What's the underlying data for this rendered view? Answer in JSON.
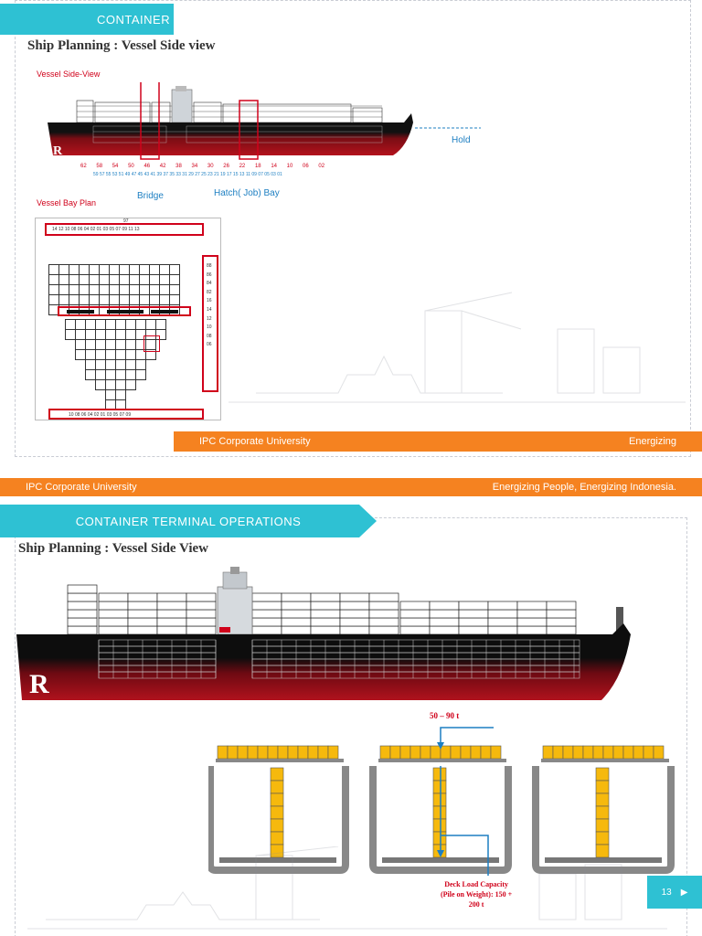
{
  "slide1": {
    "banner": "CONTAINER",
    "title": "Ship Planning : Vessel Side view",
    "vessel_side_label": "Vessel Side-View",
    "bay_plan_label": "Vessel Bay Plan",
    "hold_label": "Hold",
    "bridge_label": "Bridge",
    "hatch_label": "Hatch( Job) Bay",
    "bay_numbers_top": [
      "62",
      "58",
      "54",
      "50",
      "46",
      "42",
      "38",
      "34",
      "30",
      "26",
      "22",
      "18",
      "14",
      "10",
      "06",
      "02"
    ],
    "bay_numbers_bottom": "59 57  55 53  51 49  47 45     43 41  39 37  35 33  31 29  27 25  23 21  19 17  15 13  11 09  07 05  03 01",
    "bay_plan_top_row": "14   12   10   08   06   04   02   01   03   05   07   09   11   13",
    "bay_plan_top_label": "97",
    "bay_plan_bottom_row": "10   08   06   04   02   01   03   05   07   09",
    "tier_labels": [
      "88",
      "86",
      "84",
      "82",
      "",
      "16",
      "14",
      "12",
      "10",
      "08",
      "06"
    ],
    "footer_left": "IPC Corporate University",
    "footer_right": "Energizing"
  },
  "separator": {
    "left": "IPC Corporate University",
    "right": "Energizing People, Energizing Indonesia."
  },
  "slide2": {
    "banner": "CONTAINER TERMINAL OPERATIONS",
    "title": "Ship Planning : Vessel Side View",
    "top_load_note": "50 – 90 t",
    "deck_note_line1": "Deck Load Capacity",
    "deck_note_line2": "(Pile on Weight): 150 +",
    "deck_note_line3": "200 t",
    "page_number": "13",
    "next_icon": "▶"
  },
  "colors": {
    "banner": "#2ec1d3",
    "orange": "#f58220",
    "hull_red": "#8b0000",
    "container_yellow": "#f6b90d",
    "annotation_red": "#d0021b",
    "annotation_blue": "#1d7fc2"
  }
}
